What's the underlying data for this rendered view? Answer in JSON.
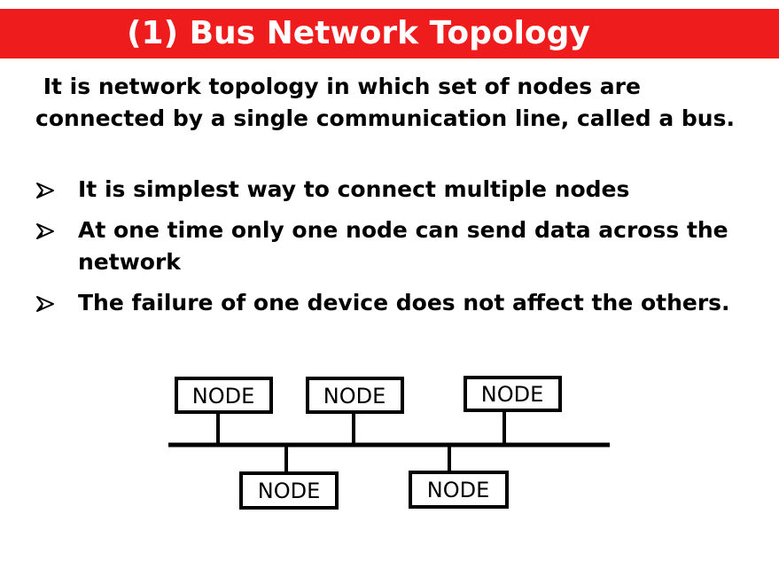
{
  "title": "(1) Bus Network Topology",
  "intro": " It is network topology in which set of nodes are connected by a single communication line, called a bus.",
  "bullets": [
    "It is simplest way to connect multiple nodes",
    "At one time only one node can send data across the network",
    "The failure of one device does not affect the others."
  ],
  "diagram": {
    "nodes": [
      "NODE",
      "NODE",
      "NODE",
      "NODE",
      "NODE"
    ]
  },
  "colors": {
    "title_background": "#ee1c1c",
    "title_text": "#ffffff"
  }
}
